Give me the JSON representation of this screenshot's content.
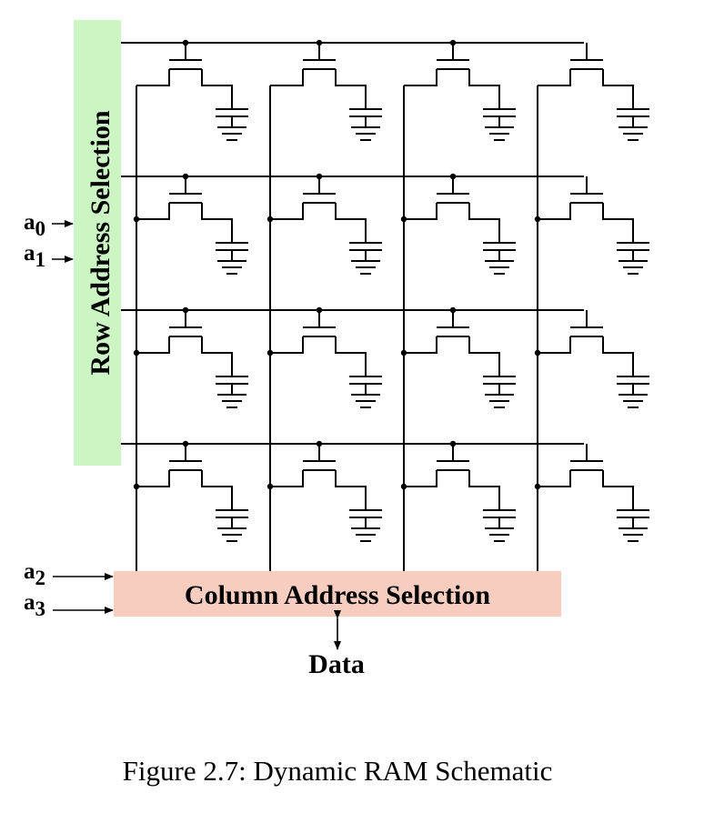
{
  "diagram": {
    "row_block": {
      "label": "Row Address Selection",
      "color": "#ccf5c4"
    },
    "column_block": {
      "label": "Column Address Selection",
      "color": "#f6cdbf"
    },
    "inputs": {
      "a0": {
        "base": "a",
        "sub": "0"
      },
      "a1": {
        "base": "a",
        "sub": "1"
      },
      "a2": {
        "base": "a",
        "sub": "2"
      },
      "a3": {
        "base": "a",
        "sub": "3"
      }
    },
    "data_label": "Data",
    "grid": {
      "rows": 4,
      "columns": 4
    }
  },
  "caption": "Figure 2.7: Dynamic RAM Schematic"
}
